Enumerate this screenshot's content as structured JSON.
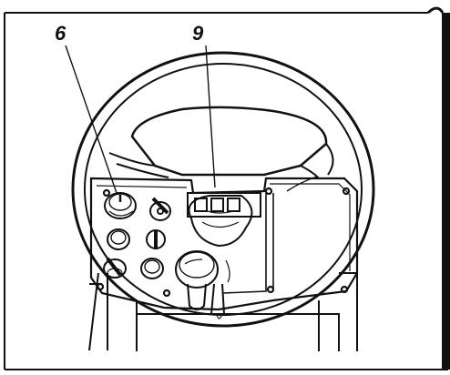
{
  "figure": {
    "callouts": [
      {
        "id": "6",
        "label": "6",
        "target": "ignition-key-switch"
      },
      {
        "id": "9",
        "label": "9",
        "target": "indicator-display"
      }
    ],
    "components": [
      "steering-wheel",
      "dashboard-panel",
      "ignition-key-switch",
      "rotary-knob-upper",
      "rotary-knob-middle",
      "rotary-knob-lower",
      "round-button-upper",
      "round-button-middle",
      "round-button-lower",
      "indicator-display",
      "side-panel",
      "steering-column",
      "seat-frame"
    ],
    "colors": {
      "line": "#111111",
      "background": "#ffffff",
      "frame": "#111111"
    }
  }
}
